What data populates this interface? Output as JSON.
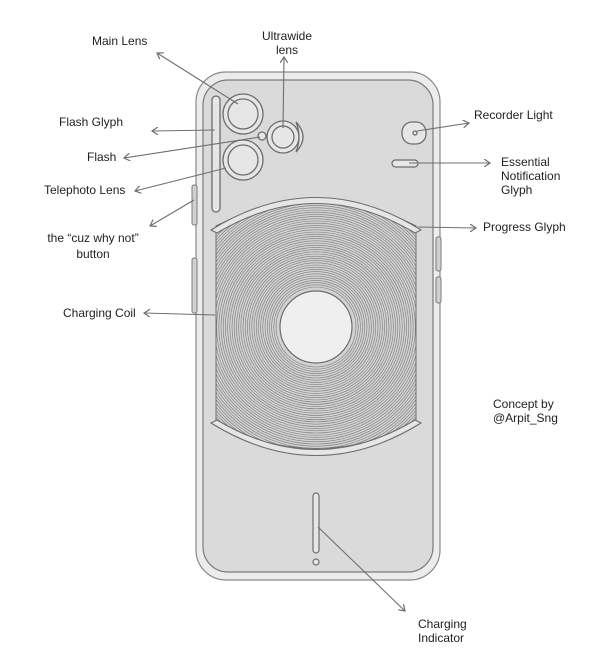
{
  "colors": {
    "phone_fill": "#d9d9d9",
    "phone_stroke": "#7b7b7b",
    "arrow": "#6f6f6f",
    "label": "#1f1f1f"
  },
  "labels": {
    "main_lens": "Main Lens",
    "ultrawide": "Ultrawide",
    "ultrawide_2": "lens",
    "flash_glyph": "Flash Glyph",
    "flash": "Flash",
    "telephoto_lens": "Telephoto Lens",
    "cuz_button": "the “cuz why not”",
    "cuz_button_2": "button",
    "charging_coil": "Charging Coil",
    "recorder_light": "Recorder Light",
    "essential": "Essential",
    "essential_2": "Notification",
    "essential_3": "Glyph",
    "progress_glyph": "Progress Glyph",
    "concept_by": "Concept by",
    "author": "@Arpit_Sng",
    "charging": "Charging",
    "charging_2": "Indicator"
  },
  "icons": [
    "arrow-icon",
    "camera-lens-icon",
    "flash-icon",
    "charging-coil-icon"
  ]
}
